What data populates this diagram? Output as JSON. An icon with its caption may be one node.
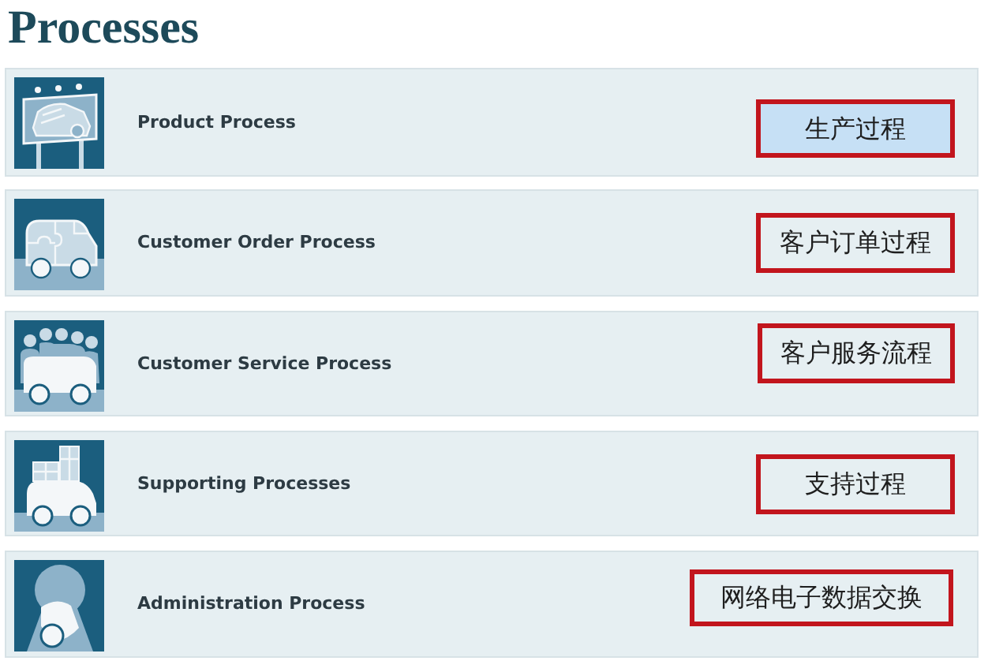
{
  "diagram": {
    "title": "Processes",
    "nodes": [
      {
        "text": [
          "Product Process"
        ]
      },
      {
        "text": [
          "生产过程"
        ],
        "in": 0
      },
      {
        "text": [
          "Customer Order Process"
        ]
      },
      {
        "text": [
          "客户订单过程"
        ],
        "in": 2
      },
      {
        "text": [
          "Customer Service Process"
        ]
      },
      {
        "text": [
          "客户服务流程"
        ],
        "in": 4
      },
      {
        "text": [
          "Supporting Processes"
        ]
      },
      {
        "text": [
          "支持过程"
        ],
        "in": 6
      },
      {
        "text": [
          "Administration Process"
        ]
      },
      {
        "text": [
          "网络电子数据交换"
        ],
        "in": 8
      }
    ]
  }
}
